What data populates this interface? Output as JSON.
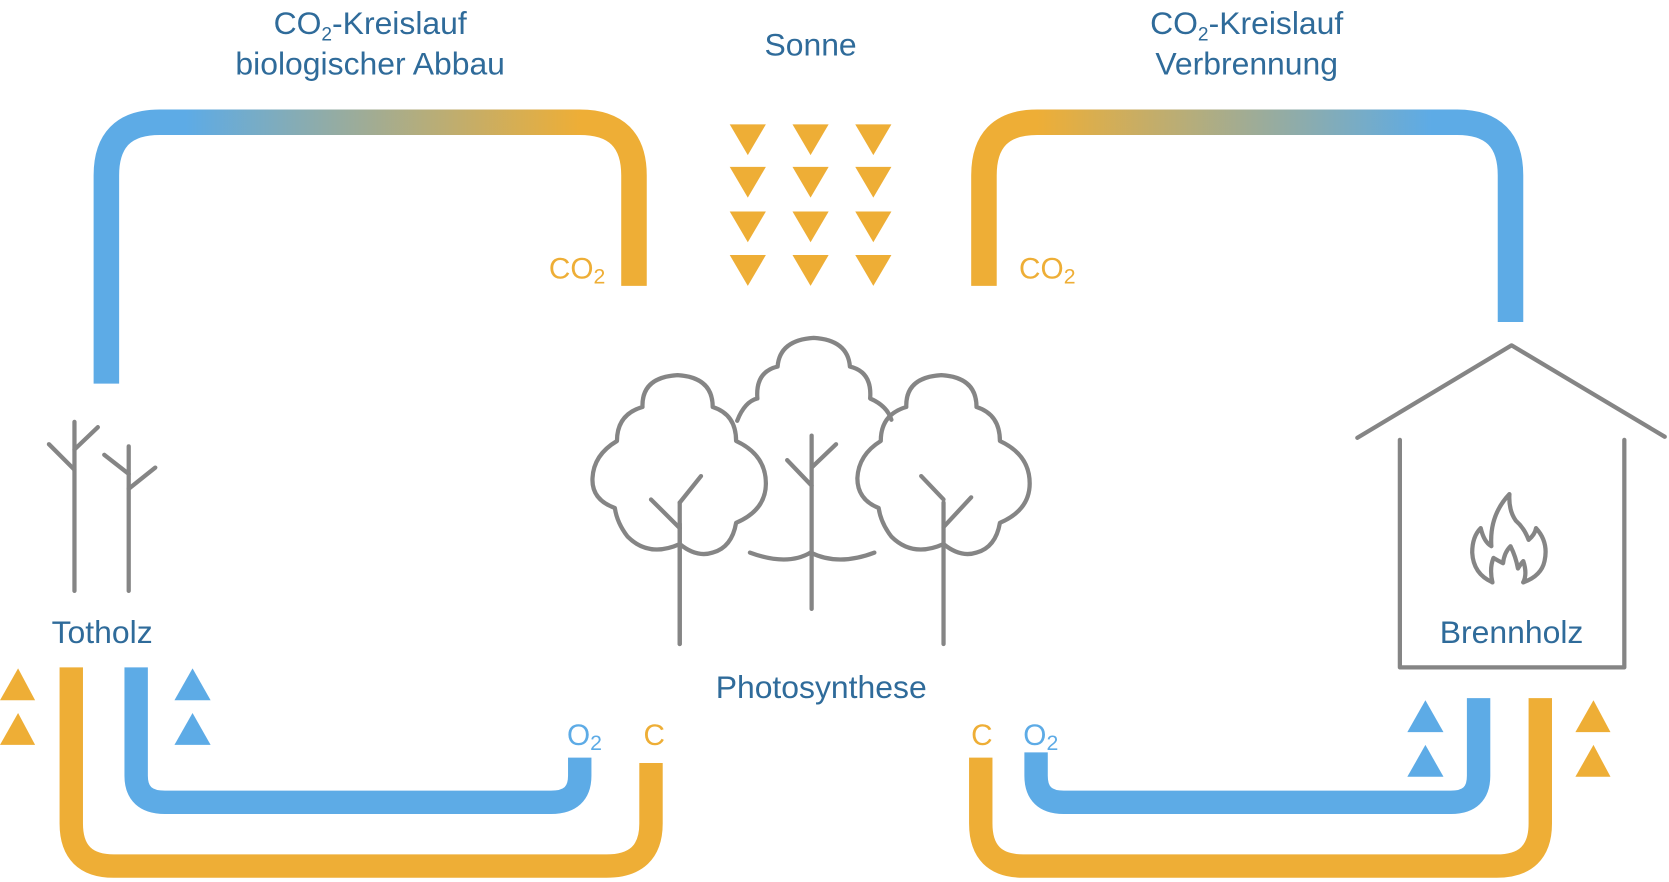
{
  "title": "CO2-Kreislauf Holz",
  "colors": {
    "blue": "#5dabe6",
    "orange": "#eeae36",
    "text_blue": "#2f6b9a",
    "icon_gray": "#858585"
  },
  "labels": {
    "cycle_left_line1_main": "CO",
    "cycle_left_line1_sub": "2",
    "cycle_left_line1_rest": "-Kreislauf",
    "cycle_left_line2": "biologischer Abbau",
    "sun": "Sonne",
    "cycle_right_line1_main": "CO",
    "cycle_right_line1_sub": "2",
    "cycle_right_line1_rest": "-Kreislauf",
    "cycle_right_line2": "Verbrennung",
    "co2_left_main": "CO",
    "co2_left_sub": "2",
    "co2_right_main": "CO",
    "co2_right_sub": "2",
    "deadwood": "Totholz",
    "photosynthesis": "Photosynthese",
    "firewood": "Brennholz",
    "o2_left_main": "O",
    "o2_left_sub": "2",
    "c_left": "C",
    "c_right": "C",
    "o2_right_main": "O",
    "o2_right_sub": "2"
  },
  "icons": {
    "sun_rays": "down-triangle-grid-icon",
    "deadwood": "bare-trees-icon",
    "forest": "trees-icon",
    "house": "house-icon",
    "fire": "flame-icon",
    "up_arrows": "up-triangle-icon"
  }
}
